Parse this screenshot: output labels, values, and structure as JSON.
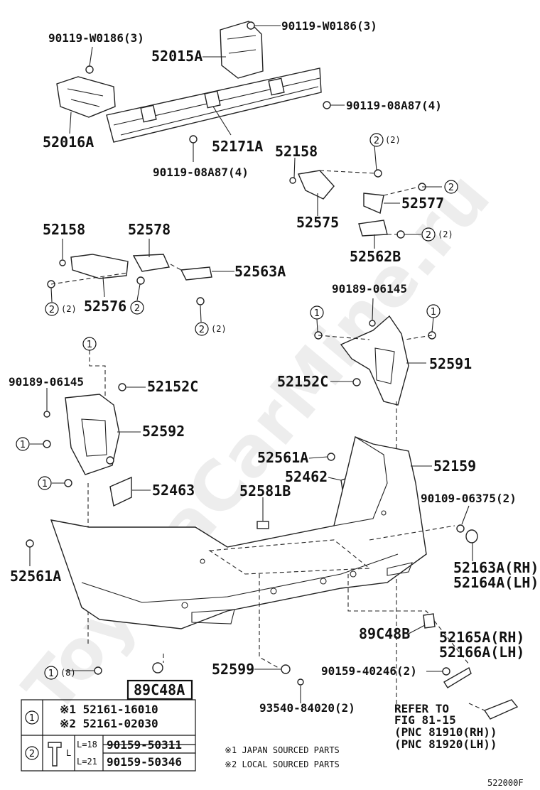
{
  "watermark": "ToyotaCarMine.ru",
  "diagram_code": "522000F",
  "labels": {
    "bolt_top_right": "90119-W0186(3)",
    "bolt_top_left": "90119-W0186(3)",
    "bracket_52015A": "52015A",
    "bracket_52016A": "52016A",
    "reinf_52171A": "52171A",
    "bolt_mid_right": "90119-08A87(4)",
    "bolt_mid_left": "90119-08A87(4)",
    "retainer_52158_r": "52158",
    "retainer_52575": "52575",
    "retainer_52577": "52577",
    "retainer_52562B": "52562B",
    "retainer_52158_l": "52158",
    "retainer_52578": "52578",
    "retainer_52576": "52576",
    "retainer_52563A": "52563A",
    "clip_90189_r": "90189-06145",
    "clip_90189_l": "90189-06145",
    "guard_52591": "52591",
    "guard_52592": "52592",
    "nut_52152C_l": "52152C",
    "nut_52152C_r": "52152C",
    "clip_52561A_r": "52561A",
    "clip_52561A_l": "52561A",
    "spacer_52462": "52462",
    "spacer_52463": "52463",
    "cover_52159": "52159",
    "plate_52581B": "52581B",
    "screw_90109": "90109-06375(2)",
    "lamp_52163A": "52163A(RH)",
    "lamp_52164A": "52164A(LH)",
    "sensor_89C48B": "89C48B",
    "sensor_89C48A": "89C48A",
    "retainer_52165A": "52165A(RH)",
    "retainer_52166A": "52166A(LH)",
    "cover_52599": "52599",
    "screw_90159": "90159-40246(2)",
    "screw_93540": "93540-84020(2)",
    "refer_line1": "REFER TO",
    "refer_line2": "FIG 81-15",
    "refer_line3": "(PNC 81910(RH))",
    "refer_line4": "(PNC 81920(LH))",
    "qty_8": "(8)",
    "qty_2": "(2)",
    "circle_1": "1",
    "circle_2": "2"
  },
  "legend": {
    "row1_note1": "※1 52161-16010",
    "row1_note2": "※2 52161-02030",
    "row2_l18": "L=18",
    "row2_l21": "L=21",
    "row2_pn1": "90159-50311",
    "row2_pn2": "90159-50346",
    "row2_l": "L",
    "footnote1": "※1 JAPAN SOURCED PARTS",
    "footnote2": "※2 LOCAL SOURCED PARTS"
  }
}
